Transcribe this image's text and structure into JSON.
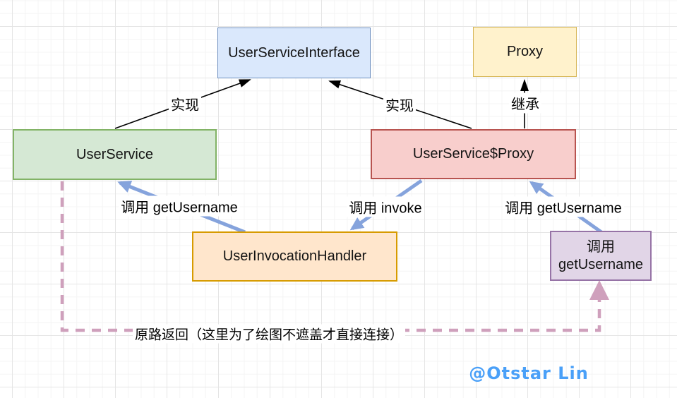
{
  "nodes": {
    "user_service_interface": {
      "label": "UserServiceInterface",
      "fill": "#dae8fc",
      "stroke": "#6c8ebf"
    },
    "proxy": {
      "label": "Proxy",
      "fill": "#fff2cc",
      "stroke": "#d6b656"
    },
    "user_service": {
      "label": "UserService",
      "fill": "#d5e8d4",
      "stroke": "#82b366"
    },
    "user_service_proxy": {
      "label": "UserService$Proxy",
      "fill": "#f8cecc",
      "stroke": "#b85450"
    },
    "user_invocation_handler": {
      "label": "UserInvocationHandler",
      "fill": "#ffe6cc",
      "stroke": "#d79b00"
    },
    "call_get_username": {
      "label": "调用 getUsername",
      "fill": "#e1d5e7",
      "stroke": "#9673a6"
    }
  },
  "edges": {
    "implements_left": {
      "label": "实现",
      "color": "#000000",
      "style": "solid-thin-arrow"
    },
    "implements_right": {
      "label": "实现",
      "color": "#000000",
      "style": "solid-thin-arrow"
    },
    "extends": {
      "label": "继承",
      "color": "#000000",
      "style": "solid-thin-arrow"
    },
    "call_get_username_left": {
      "label": "调用 getUsername",
      "color": "#85a3dc",
      "style": "solid-thick-arrow"
    },
    "call_invoke": {
      "label": "调用 invoke",
      "color": "#85a3dc",
      "style": "solid-thick-arrow"
    },
    "call_get_username_right": {
      "label": "调用 getUsername",
      "color": "#85a3dc",
      "style": "solid-thick-arrow"
    },
    "return_path": {
      "label": "原路返回（这里为了绘图不遮盖才直接连接）",
      "color": "#cfa0bc",
      "style": "dashed-arrow"
    }
  },
  "signature": {
    "text": "@Otstar Lin",
    "color": "#4aa0f8"
  }
}
